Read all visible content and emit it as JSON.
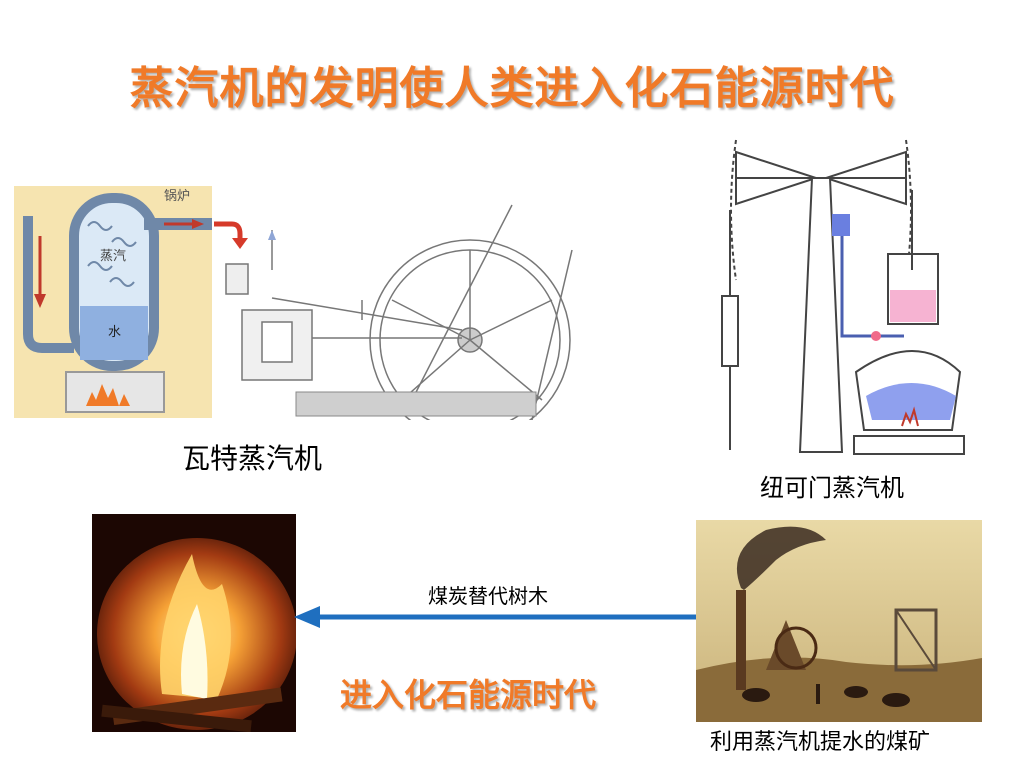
{
  "slide": {
    "title": "蒸汽机的发明使人类进入化石能源时代",
    "subtitle": "进入化石能源时代"
  },
  "figures": {
    "watt": {
      "caption": "瓦特蒸汽机",
      "boiler_label": "锅炉",
      "steam_label": "蒸汽",
      "water_label": "水"
    },
    "newcomen": {
      "caption": "纽可门蒸汽机"
    },
    "fire": {},
    "coal_mine": {
      "caption": "利用蒸汽机提水的煤矿"
    }
  },
  "arrow": {
    "label": "煤炭替代树木"
  },
  "colors": {
    "title_orange": "#f07a28",
    "arrow_blue": "#1f6fbf",
    "steam_blue": "#9ec3ea",
    "boiler_red": "#d63a2a"
  }
}
